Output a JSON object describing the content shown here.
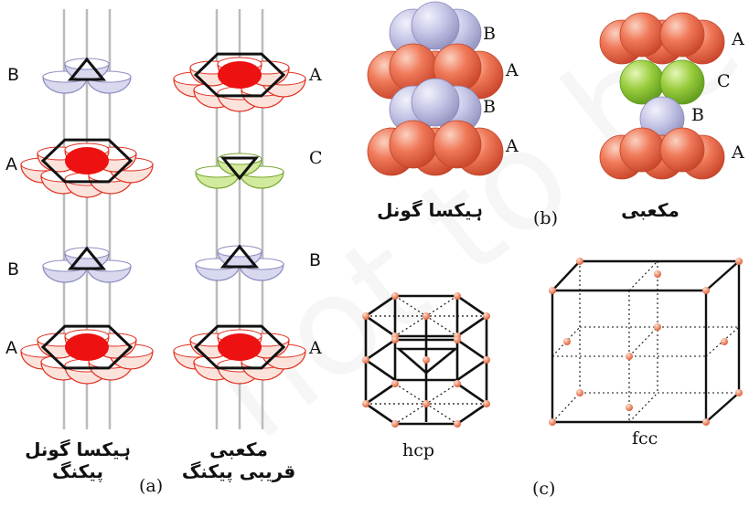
{
  "watermark": "not to be",
  "panel_a": {
    "left_labels": [
      "B",
      "A",
      "B",
      "A"
    ],
    "right_labels": [
      "A",
      "C",
      "B",
      "A"
    ],
    "caption_left": "ہیکسا گونل پیکنگ",
    "caption_right": "مکعبی قریبی پیکنگ",
    "tag": "(a)"
  },
  "panel_b": {
    "hex_labels": [
      "B",
      "A",
      "B",
      "A"
    ],
    "cubic_labels": [
      "A",
      "C",
      "B",
      "A"
    ],
    "caption_hex": "ہیکسا گونل",
    "caption_cubic": "مکعبی",
    "tag": "(b)"
  },
  "panel_c": {
    "hcp_label": "hcp",
    "fcc_label": "fcc",
    "tag": "(c)"
  },
  "colors": {
    "layer_a_edge": "#e03020",
    "layer_a_core": "#ee1111",
    "layer_b": "#c9c9e8",
    "layer_c": "#a8d060",
    "sphere_a": "#f07a5a",
    "sphere_b": "#c4c4e6",
    "sphere_c": "#98cc3c",
    "guide_line": "#bbbbbb"
  }
}
